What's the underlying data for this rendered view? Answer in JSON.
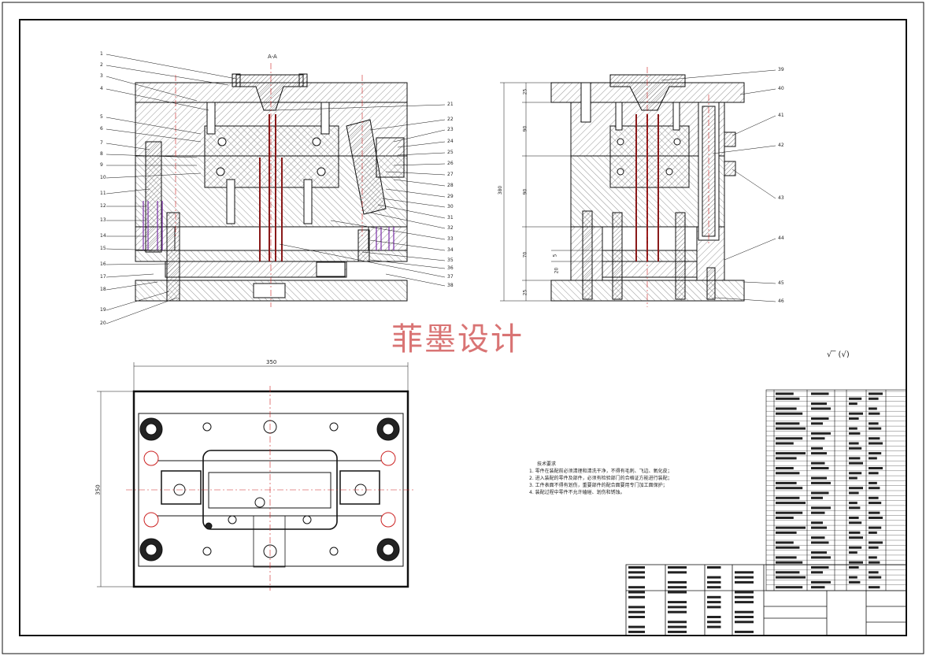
{
  "section_label": "A-A",
  "watermark": "菲墨设计",
  "roughness_symbol": "√‾ (√)",
  "technical_requirements": {
    "title": "技术要求",
    "items": [
      "1. 零件在装配前必须清理和清洗干净，不得有毛刺、飞边、氧化皮；",
      "2. 进入装配的零件及部件，必须有检验部门的合格证方能进行装配；",
      "3. 工件表面不得有划伤，重要部件的配合面要用专门加工面保护；",
      "4. 装配过程中零件不允许磕碰、划伤和锈蚀。"
    ]
  },
  "part_numbers_left": [
    "1",
    "2",
    "3",
    "4",
    "5",
    "6",
    "7",
    "8",
    "9",
    "10",
    "11",
    "12",
    "13",
    "14",
    "15",
    "16",
    "17",
    "18",
    "19",
    "20"
  ],
  "part_numbers_middle": [
    "21",
    "22",
    "23",
    "24",
    "25",
    "26",
    "27",
    "28",
    "29",
    "30",
    "31",
    "32",
    "33",
    "34",
    "35",
    "36",
    "37",
    "38"
  ],
  "part_numbers_right": [
    "39",
    "40",
    "41",
    "42",
    "43",
    "44",
    "45",
    "46"
  ],
  "dimensions": {
    "plan_width": "350",
    "plan_height": "350",
    "side_total_height": "380",
    "side_dims": [
      "25",
      "90",
      "90",
      "70",
      "5",
      "20",
      "25"
    ]
  },
  "colors": {
    "line": "#111111",
    "hatch": "#555555",
    "center_line": "#cc2222",
    "ejector_pin": "#8a1a1a",
    "spring": "#7b2fa8",
    "watermark": "#d97474"
  }
}
